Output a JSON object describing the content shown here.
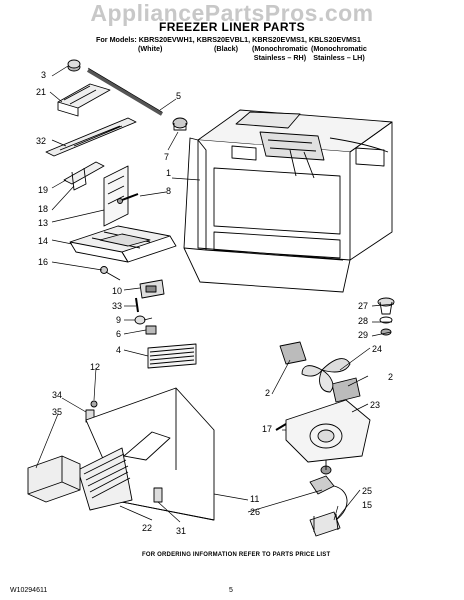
{
  "watermark": "AppliancePartsPros.com",
  "title": "FREEZER LINER PARTS",
  "models": {
    "prefix": "For Models:",
    "list": "KBRS20EVWH1, KBRS20EVBL1, KBRS20EVMS1, KBLS20EVMS1",
    "variants": [
      "(White)",
      "(Black)",
      "(Monochromatic\nStainless – RH)",
      "(Monochromatic\nStainless – LH)"
    ]
  },
  "callouts": [
    "3",
    "21",
    "5",
    "32",
    "7",
    "19",
    "1",
    "8",
    "18",
    "13",
    "14",
    "16",
    "10",
    "33",
    "9",
    "6",
    "4",
    "12",
    "34",
    "35",
    "22",
    "31",
    "11",
    "26",
    "15",
    "25",
    "17",
    "23",
    "2",
    "24",
    "2",
    "27",
    "28",
    "29"
  ],
  "footer_note": "FOR ORDERING INFORMATION REFER TO PARTS PRICE LIST",
  "doc_number": "W10294611",
  "page_number": "5"
}
